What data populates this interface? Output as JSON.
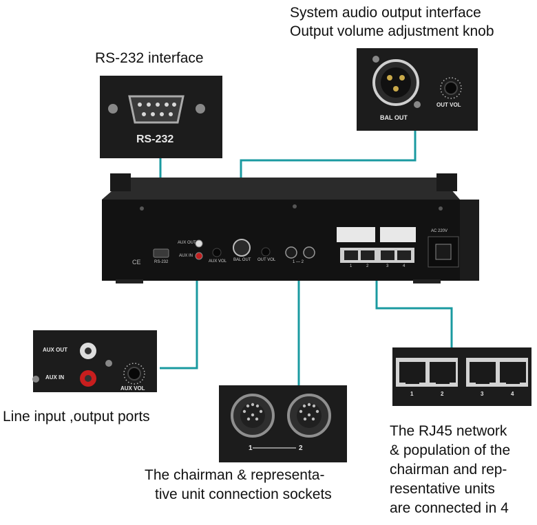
{
  "captions": {
    "output_line1": "System audio output interface",
    "output_line2": "Output volume adjustment knob",
    "rs232": "RS-232 interface",
    "line_io": "Line input ,output ports",
    "chairman_line1": "The chairman & representa-",
    "chairman_line2": "tive unit connection sockets",
    "rj45_line1": "The RJ45 network",
    "rj45_line2": "& population of the",
    "rj45_line3": "chairman and rep-",
    "rj45_line4": "resentative units",
    "rj45_line5": "are connected in 4"
  },
  "panel_labels": {
    "rs232": "RS-232",
    "bal_out": "BAL OUT",
    "out_vol": "OUT VOL",
    "aux_out": "AUX OUT",
    "aux_in": "AUX IN",
    "aux_vol": "AUX VOL",
    "din_range": "1 ——— 2",
    "din_1": "1",
    "din_2": "2",
    "rj_1": "1",
    "rj_2": "2",
    "rj_3": "3",
    "rj_4": "4"
  },
  "device_labels": {
    "aux_out": "AUX OUT",
    "aux_in": "AUX IN",
    "rs232": "RS-232",
    "aux_vol": "AUX VOL",
    "bal_out": "BAL OUT",
    "out_vol": "OUT VOL",
    "din": "1 — 2",
    "rj_1": "1",
    "rj_2": "2",
    "rj_3": "3",
    "rj_4": "4",
    "ce_mark": "CE",
    "power": "AC 220V"
  },
  "colors": {
    "connector_line": "#1a9aa0",
    "panel": "#1e1e1e",
    "device": "#121212"
  }
}
